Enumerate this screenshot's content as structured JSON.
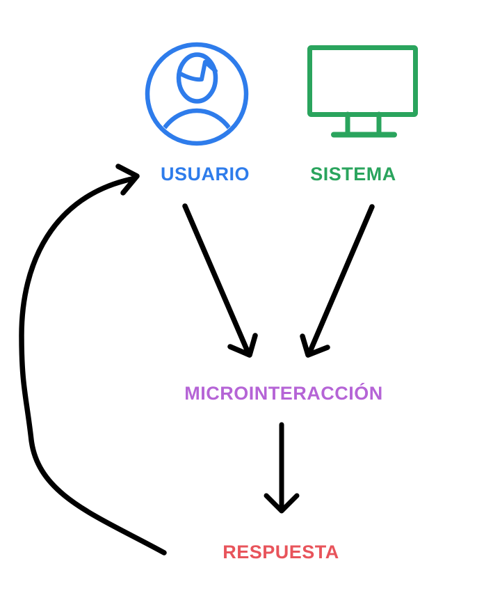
{
  "page": {
    "background": "#FFFFFF"
  },
  "diagram": {
    "nodes": {
      "usuario": {
        "label": "USUARIO",
        "color": "#2E7CEB",
        "icon": "user-circle-icon"
      },
      "sistema": {
        "label": "SISTEMA",
        "color": "#2AA45D",
        "icon": "monitor-icon"
      },
      "microinteraccion": {
        "label": "MICROINTERACCIÓN",
        "color": "#B564D6"
      },
      "respuesta": {
        "label": "RESPUESTA",
        "color": "#E8545B"
      }
    },
    "edges": [
      {
        "from": "USUARIO",
        "to": "MICROINTERACCIÓN",
        "type": "straight-arrow"
      },
      {
        "from": "SISTEMA",
        "to": "MICROINTERACCIÓN",
        "type": "straight-arrow"
      },
      {
        "from": "MICROINTERACCIÓN",
        "to": "RESPUESTA",
        "type": "straight-arrow"
      },
      {
        "from": "RESPUESTA",
        "to": "USUARIO",
        "type": "curved-feedback-arrow"
      }
    ],
    "arrow_color": "#000000"
  }
}
